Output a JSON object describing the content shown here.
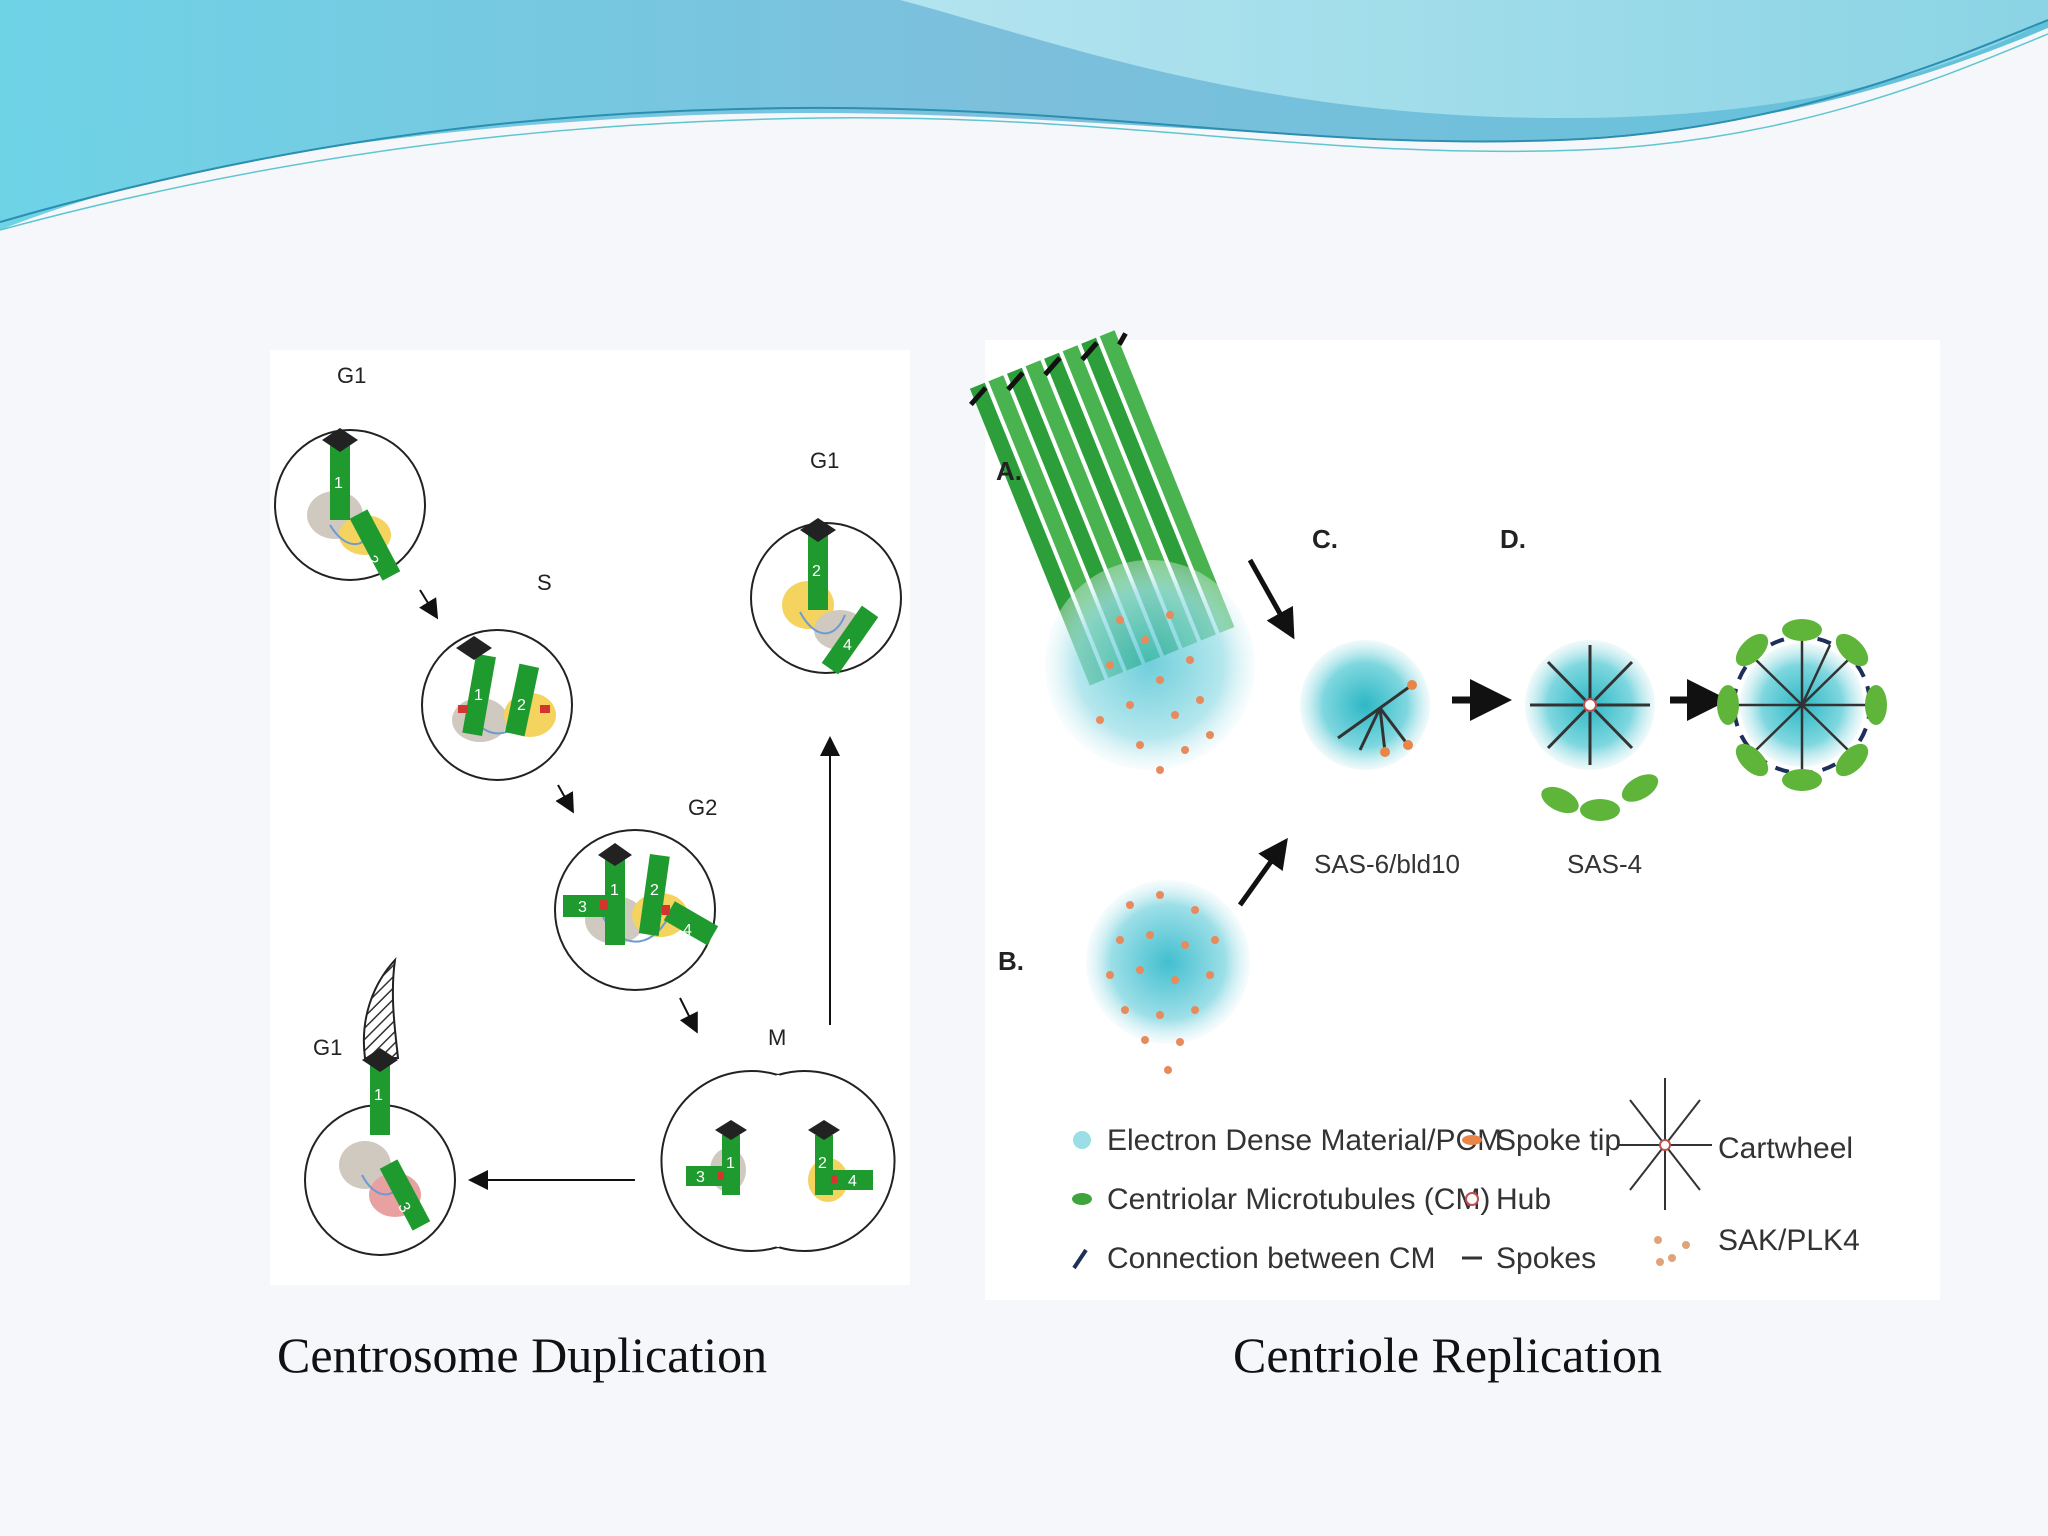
{
  "slide": {
    "captions": {
      "left": "Centrosome Duplication",
      "right": "Centriole Replication"
    }
  },
  "colors": {
    "wave_dark": "#4fb8d8",
    "wave_light": "#a9dfec",
    "centriole_green": "#1f9a2e",
    "pcm_cyan": "#4cc7d3",
    "arrow": "#111111"
  },
  "duplication_diagram": {
    "phases": {
      "g1_start": "G1",
      "s": "S",
      "g2": "G2",
      "m": "M",
      "g1_end": "G1",
      "g1_cilium": "G1"
    },
    "centriole_numbers": {
      "g1_start": [
        "1",
        "2"
      ],
      "s": [
        "1",
        "2"
      ],
      "g2": [
        "3",
        "1",
        "2",
        "4"
      ],
      "m": [
        "3",
        "1",
        "2",
        "4"
      ],
      "g1_end": [
        "2",
        "4"
      ],
      "g1_cilium": [
        "1",
        "3"
      ]
    }
  },
  "replication_diagram": {
    "panel_labels": {
      "a": "A.",
      "b": "B.",
      "c": "C.",
      "d": "D."
    },
    "stage_labels": {
      "sas6": "SAS-6/bld10",
      "sas4": "SAS-4"
    },
    "legend": [
      {
        "key": "pcm",
        "label": "Electron Dense Material/PCM"
      },
      {
        "key": "cm",
        "label": "Centriolar Microtubules (CM)"
      },
      {
        "key": "connection",
        "label": "Connection between CM"
      },
      {
        "key": "spoke_tip",
        "label": "Spoke tip"
      },
      {
        "key": "hub",
        "label": "Hub"
      },
      {
        "key": "spokes",
        "label": "Spokes"
      },
      {
        "key": "cartwheel",
        "label": "Cartwheel"
      },
      {
        "key": "sak",
        "label": "SAK/PLK4"
      }
    ]
  }
}
